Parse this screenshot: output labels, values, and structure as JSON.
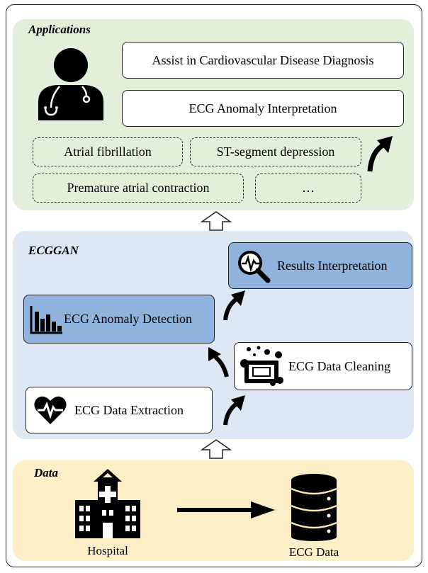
{
  "applications": {
    "title": "Applications",
    "diagnosis_label": "Assist in Cardiovascular Disease Diagnosis",
    "interpretation_label": "ECG Anomaly Interpretation",
    "examples": [
      "Atrial fibrillation",
      "ST-segment depression",
      "Premature atrial contraction",
      "…"
    ]
  },
  "ecggan": {
    "title": "ECGGAN",
    "results_label": "Results Interpretation",
    "detection_label": "ECG Anomaly Detection",
    "cleaning_label": "ECG Data Cleaning",
    "extraction_label": "ECG Data Extraction"
  },
  "data": {
    "title": "Data",
    "source_label": "Hospital",
    "target_label": "ECG Data"
  },
  "colors": {
    "applications_bg": "#e3eedb",
    "ecggan_bg": "#dde8f4",
    "data_bg": "#fcefc8",
    "highlight_box": "#8fb3dd"
  },
  "icons": [
    "doctor-icon",
    "search-waveform-icon",
    "bar-chart-icon",
    "data-cleaning-icon",
    "heart-pulse-icon",
    "hospital-icon",
    "database-icon"
  ]
}
